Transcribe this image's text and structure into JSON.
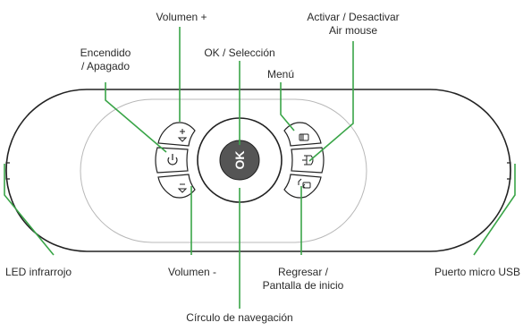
{
  "labels": {
    "volumen_mas": "Volumen +",
    "air_mouse_1": "Activar / Desactivar",
    "air_mouse_2": "Air mouse",
    "encendido_1": "Encendido",
    "encendido_2": "/ Apagado",
    "ok_seleccion": "OK / Selección",
    "menu": "Menú",
    "led": "LED infrarrojo",
    "volumen_menos": "Volumen -",
    "regresar_1": "Regresar /",
    "regresar_2": "Pantalla de inicio",
    "usb": "Puerto micro USB",
    "circulo": "Círculo de navegación"
  },
  "center_button": "OK",
  "colors": {
    "callout": "#3aa548",
    "outline": "#222222",
    "inner_outline": "#b8b8b8",
    "ok_fill": "#555555",
    "ok_text": "#ffffff"
  },
  "icons": [
    "power-icon",
    "volume-up-icon",
    "volume-down-icon",
    "menu-icon",
    "air-mouse-icon",
    "back-home-icon"
  ]
}
